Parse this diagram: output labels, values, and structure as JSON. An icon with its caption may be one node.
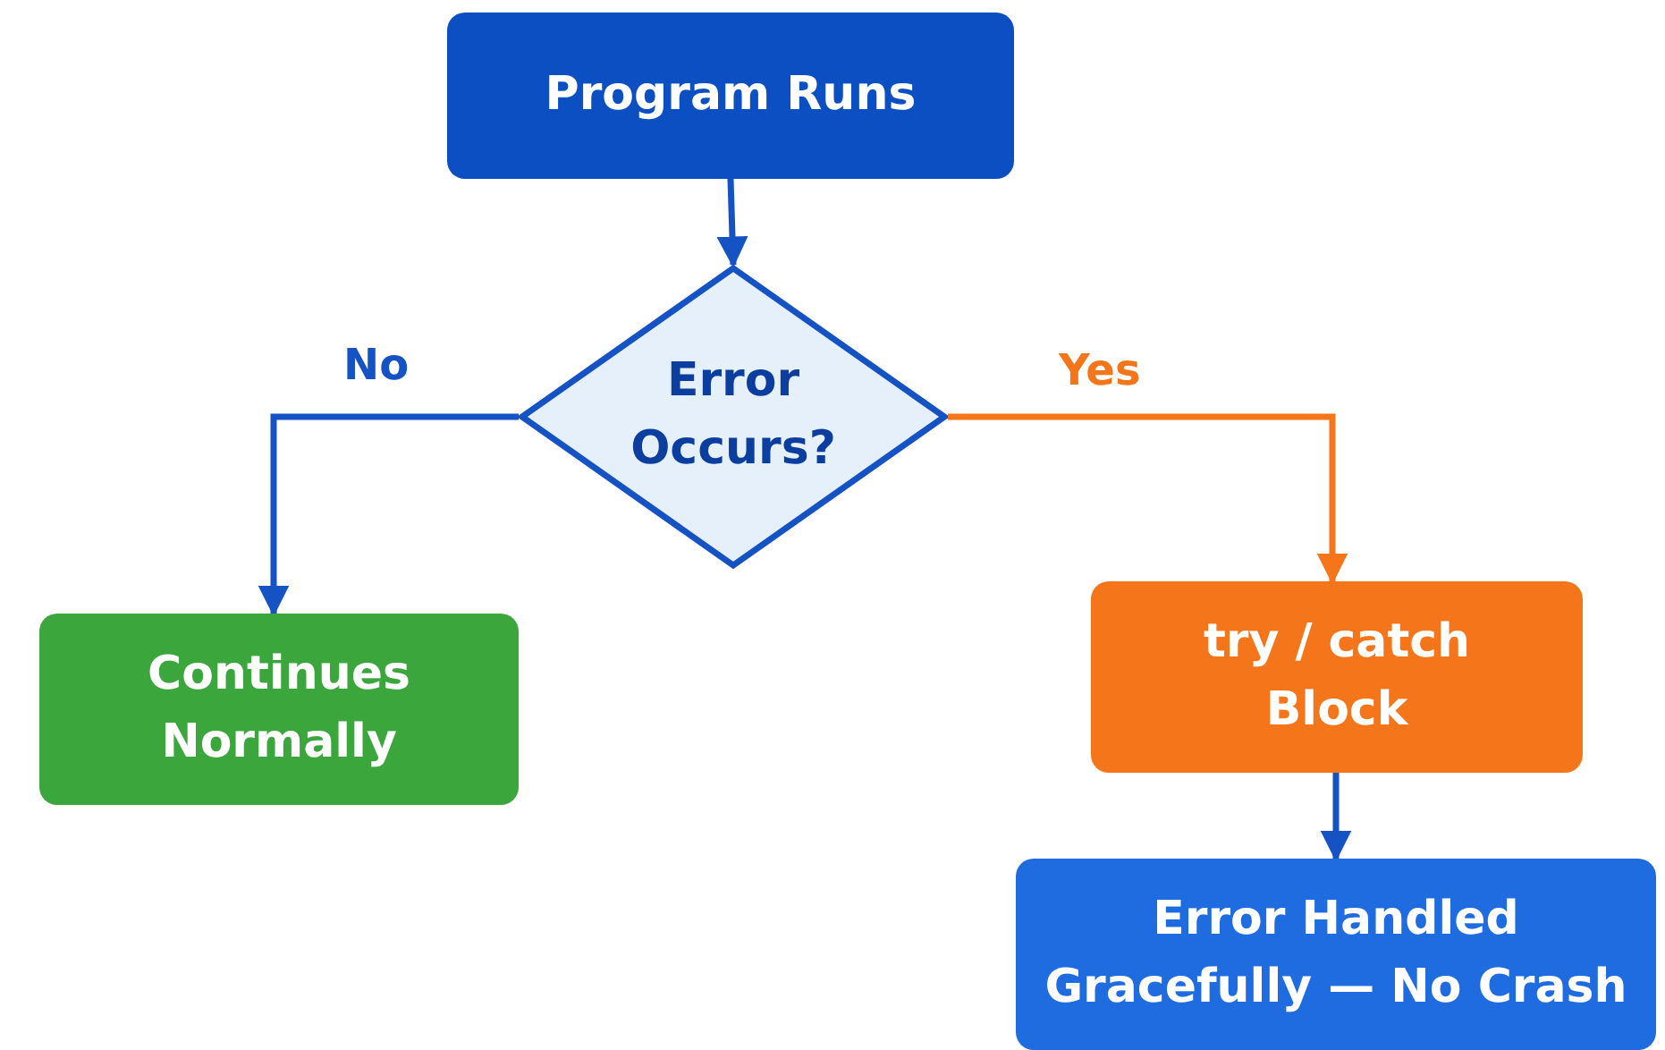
{
  "diagram": {
    "nodes": [
      {
        "text": [
          "Program Runs"
        ]
      },
      {
        "text": [
          "Error Occurs?"
        ]
      },
      {
        "text": [
          "Continues Normally"
        ]
      },
      {
        "text": [
          "try / catch Block"
        ]
      },
      {
        "text": [
          "Error Handled Gracefully — No Crash"
        ]
      }
    ],
    "edges": [
      {
        "from": 0,
        "to": 1,
        "arrow": "to"
      },
      {
        "from": 1,
        "to": 2,
        "arrow": "to",
        "label": "No"
      },
      {
        "from": 1,
        "to": 3,
        "arrow": "to",
        "label": "Yes",
        "color": "#f5761a"
      },
      {
        "from": 3,
        "to": 4,
        "arrow": "to"
      }
    ]
  }
}
